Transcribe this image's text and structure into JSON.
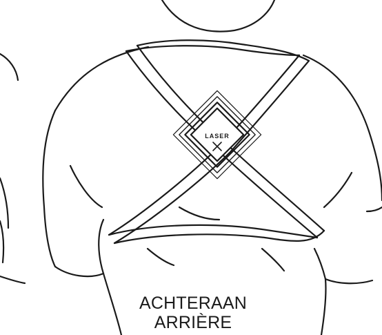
{
  "illustration": {
    "subject": "harness-back-view",
    "line_color": "#1a1a1a",
    "background_color": "#ffffff",
    "logo": {
      "brand_text": "LASER",
      "mark": "X"
    }
  },
  "caption": {
    "line_1": "ACHTERAAN",
    "line_2": "ARRIÈRE"
  }
}
